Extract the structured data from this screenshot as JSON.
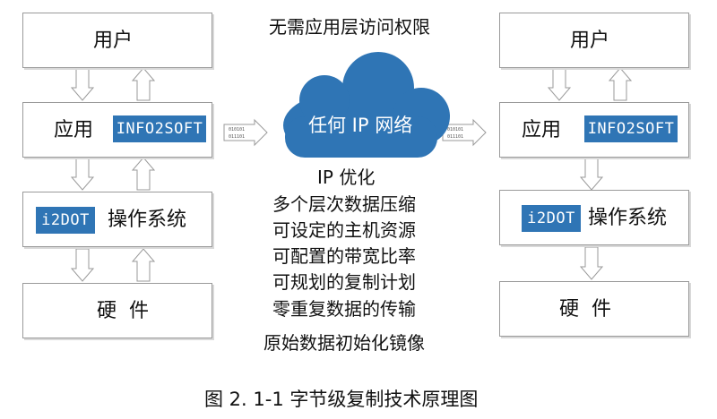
{
  "top_title": "无需应用层访问权限",
  "cloud_label": "任何 IP 网络",
  "left_stack": {
    "user": "用户",
    "app": "应用",
    "app_badge": "INFO2SOFT",
    "os_badge": "i2DOT",
    "os": "操作系统",
    "hardware": "硬  件"
  },
  "right_stack": {
    "user": "用户",
    "app": "应用",
    "app_badge": "INFO2SOFT",
    "os_badge": "i2DOT",
    "os": "操作系统",
    "hardware": "硬  件"
  },
  "features": [
    "IP 优化",
    "多个层次数据压缩",
    "可设定的主机资源",
    "可配置的带宽比率",
    "可规划的复制计划",
    "零重复数据的传输",
    "原始数据初始化镜像"
  ],
  "arrow_bits": [
    "010101",
    "011101"
  ],
  "caption": "图 2. 1-1 字节级复制技术原理图",
  "colors": {
    "badge": "#2f75b5",
    "cloud": "#2f75b5",
    "border": "#9a9a9a"
  }
}
